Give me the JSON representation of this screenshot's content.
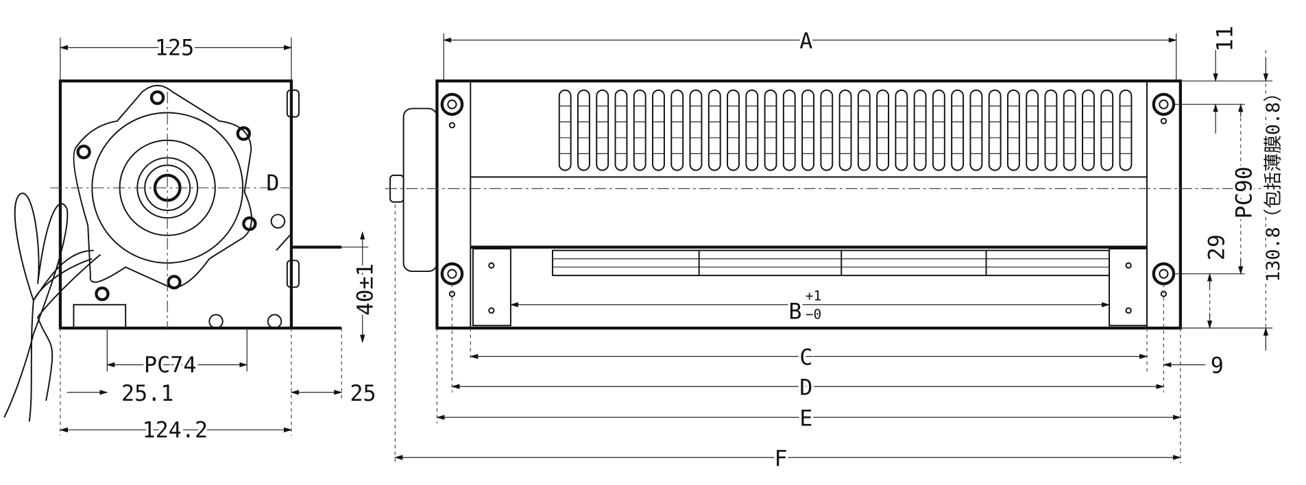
{
  "side_view": {
    "width_top": "125",
    "width_bottom": "124.2",
    "pitch_mount": "PC74",
    "offset_left": "25.1",
    "flange_offset": "25",
    "flange_height": "40±1",
    "mark_d": "D"
  },
  "front_view": {
    "dim_a": "A",
    "dim_b": "B",
    "dim_b_tol_plus": "+1",
    "dim_b_tol_minus": "−0",
    "dim_c": "C",
    "dim_d": "D",
    "dim_e": "E",
    "dim_f": "F",
    "dim_9": "9",
    "dim_11": "11",
    "dim_29": "29",
    "pitch_pc90": "PC90",
    "overall_height": "130.8（包括薄膜0.8）",
    "grille_slot_count": 31
  }
}
